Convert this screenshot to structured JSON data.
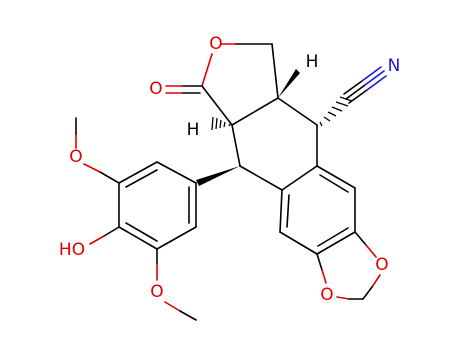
{
  "molecule": {
    "atoms": {
      "o_ring": "O",
      "o_carbonyl": "O",
      "h_upper": "H",
      "h_left": "H",
      "nitrogen": "N",
      "ho_phenol": "HO",
      "o_methoxy_top": "O",
      "o_methoxy_bottom": "O",
      "o_dioxole_right": "O",
      "o_dioxole_left": "O"
    }
  },
  "colors": {
    "bond": "#000000",
    "oxygen": "#e00000",
    "nitrogen": "#1a1ad0"
  }
}
